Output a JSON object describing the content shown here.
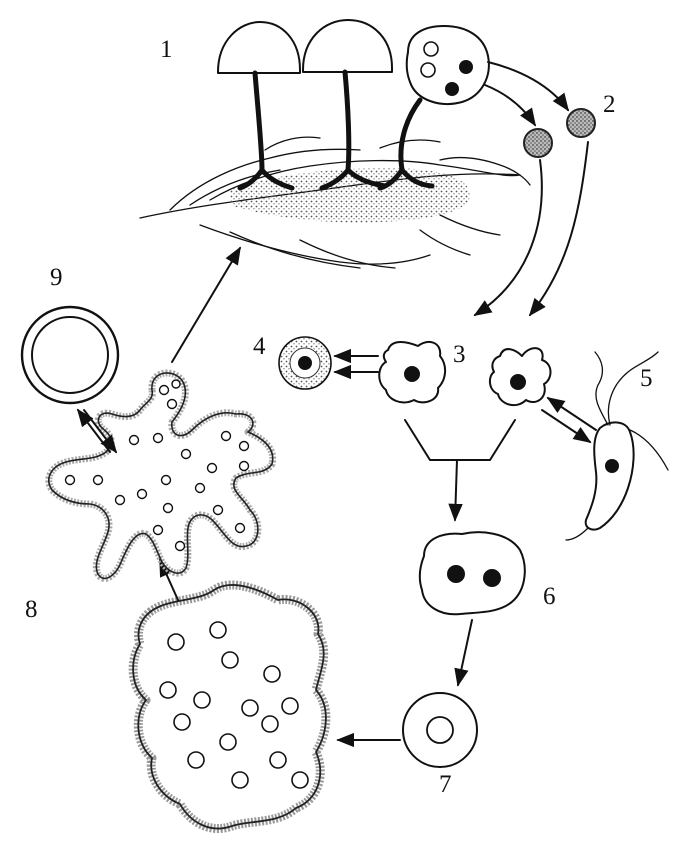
{
  "figure": {
    "labels": [
      "1",
      "2",
      "3",
      "4",
      "5",
      "6",
      "7",
      "8",
      "9"
    ],
    "colors": {
      "line": "#111111",
      "background": "#ffffff",
      "stipple": "#777777"
    }
  }
}
